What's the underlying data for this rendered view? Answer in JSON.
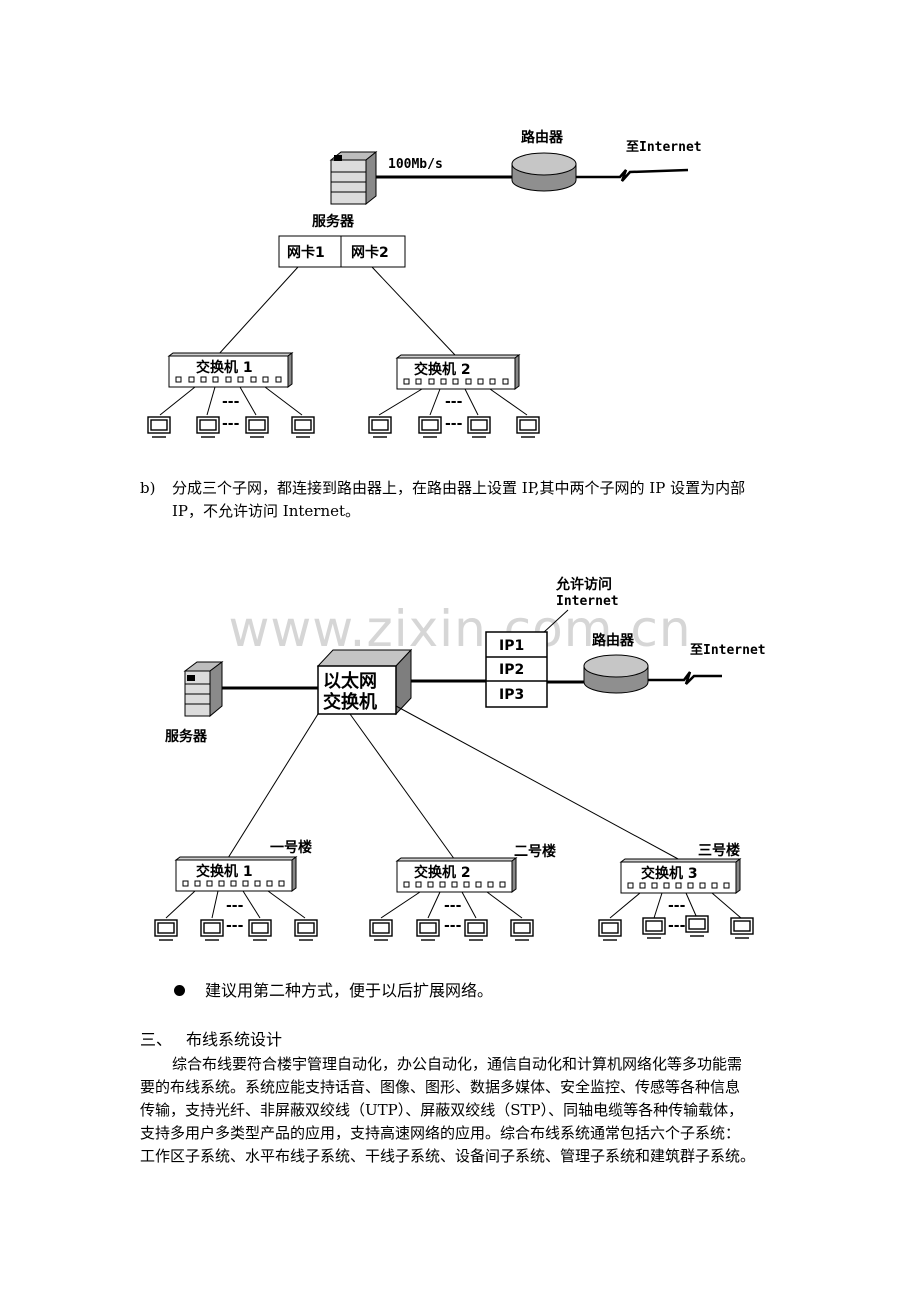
{
  "diagram1": {
    "speed": "100Mb/s",
    "router": "路由器",
    "internet": "至Internet",
    "server": "服务器",
    "nic1": "网卡1",
    "nic2": "网卡2",
    "switch1": "交换机 1",
    "switch2": "交换机 2",
    "ellipsis": "---"
  },
  "item_b": {
    "marker": "b)",
    "line1": "分成三个子网，都连接到路由器上，在路由器上设置 IP,其中两个子网的 IP 设置为内部",
    "line2": "IP，不允许访问 Internet。"
  },
  "diagram2": {
    "allow_line1": "允许访问",
    "allow_line2": "Internet",
    "ip1": "IP1",
    "ip2": "IP2",
    "ip3": "IP3",
    "router": "路由器",
    "internet": "至Internet",
    "ethernet_line1": "以太网",
    "ethernet_line2": "交换机",
    "server": "服务器",
    "building1": "一号楼",
    "building2": "二号楼",
    "building3": "三号楼",
    "switch1": "交换机 1",
    "switch2": "交换机 2",
    "switch3": "交换机 3",
    "ellipsis": "---"
  },
  "watermark": "www.zixin.com.cn",
  "bullet_text": "建议用第二种方式，便于以后扩展网络。",
  "section": {
    "number": "三、",
    "title": "布线系统设计"
  },
  "body_lines": [
    "综合布线要符合楼宇管理自动化，办公自动化，通信自动化和计算机网络化等多功能需",
    "要的布线系统。系统应能支持话音、图像、图形、数据多媒体、安全监控、传感等各种信息",
    "传输，支持光纤、非屏蔽双绞线（UTP）、屏蔽双绞线（STP）、同轴电缆等各种传输载体，",
    "支持多用户多类型产品的应用，支持高速网络的应用。综合布线系统通常包括六个子系统：",
    "工作区子系统、水平布线子系统、干线子系统、设备间子系统、管理子系统和建筑群子系统。"
  ]
}
